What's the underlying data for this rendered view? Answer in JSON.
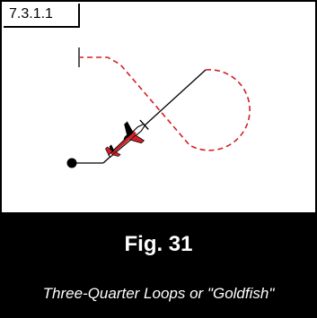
{
  "figure": {
    "section_label": "7.3.1.1",
    "number_label": "Fig. 31",
    "caption": "Three-Quarter Loops or \"Goldfish\""
  },
  "colors": {
    "flight_path": "#d21f26",
    "line": "#000000",
    "caption_background": "#000000",
    "caption_text": "#ffffff"
  },
  "icons": {
    "aircraft": "aerobatic-plane-icon",
    "start": "start-dot-icon",
    "end": "end-tick-icon"
  }
}
